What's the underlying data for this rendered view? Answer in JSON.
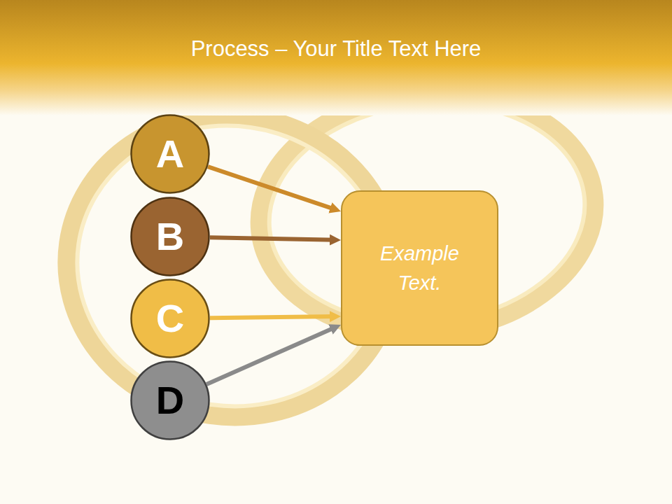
{
  "diagram": {
    "title": "Process – Your Title Text Here",
    "nodes": [
      {
        "text": [
          "A"
        ]
      },
      {
        "text": [
          "B"
        ]
      },
      {
        "text": [
          "C"
        ]
      },
      {
        "text": [
          "D"
        ]
      },
      {
        "text": [
          "Example Text."
        ]
      }
    ],
    "edges": [
      {
        "from": 0,
        "to": 4,
        "arrow": "to"
      },
      {
        "from": 1,
        "to": 4,
        "arrow": "to"
      },
      {
        "from": 2,
        "to": 4,
        "arrow": "to"
      },
      {
        "from": 3,
        "to": 4,
        "arrow": "to"
      }
    ]
  }
}
